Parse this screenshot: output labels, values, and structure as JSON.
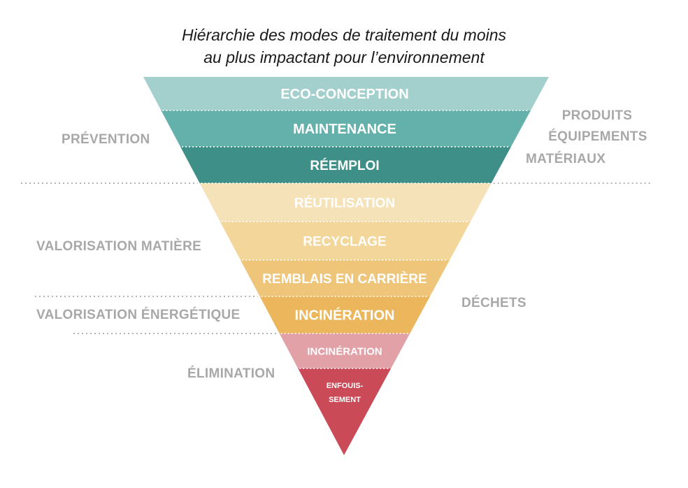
{
  "title": {
    "line1": "Hiérarchie des modes de traitement du moins",
    "line2": "au plus impactant pour l’environnement"
  },
  "bands": [
    {
      "label": "ECO-CONCEPTION",
      "color": "#a3d0cc"
    },
    {
      "label": "MAINTENANCE",
      "color": "#64b1ab"
    },
    {
      "label": "RÉEMPLOI",
      "color": "#3f8f89"
    },
    {
      "label": "RÉUTILISATION",
      "color": "#f6e2b8"
    },
    {
      "label": "RECYCLAGE",
      "color": "#f3d699"
    },
    {
      "label": "REMBLAIS EN CARRIÈRE",
      "color": "#efc679"
    },
    {
      "label": "INCINÉRATION",
      "color": "#ebb65c"
    },
    {
      "label": "INCINÉRATION",
      "color": "#e2a0a7"
    },
    {
      "label": "ENFOUIS-",
      "label2": "SEMENT",
      "color": "#cb4a58"
    }
  ],
  "left_labels": {
    "prevention": "PRÉVENTION",
    "valorisation_matiere": "VALORISATION MATIÈRE",
    "valorisation_energetique": "VALORISATION ÉNERGÉTIQUE",
    "elimination": "ÉLIMINATION"
  },
  "right_labels": {
    "produits": "PRODUITS",
    "equipements": "ÉQUIPEMENTS",
    "materiaux": "MATÉRIAUX",
    "dechets": "DÉCHETS"
  }
}
